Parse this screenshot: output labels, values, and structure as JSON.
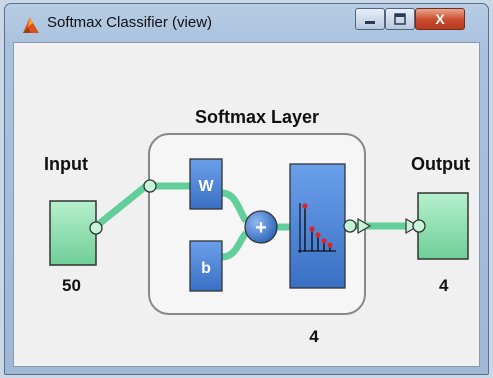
{
  "window": {
    "title": "Softmax Classifier (view)",
    "close_glyph": "X"
  },
  "diagram": {
    "layer_title": "Softmax Layer",
    "input_label": "Input",
    "input_size": "50",
    "output_label": "Output",
    "output_size": "4",
    "weight_label": "W",
    "bias_label": "b",
    "sum_symbol": "+",
    "layer_size": "4"
  },
  "colors": {
    "node_green": "#8fe0b0",
    "block_blue": "#4d86d8",
    "connector": "#62cf9a",
    "transfer_marker": "#e0202a"
  },
  "icons": {
    "app": "matlab-icon",
    "minimize": "minimize-icon",
    "maximize": "maximize-icon",
    "close": "close-icon",
    "transfer": "softmax-transfer-icon"
  }
}
